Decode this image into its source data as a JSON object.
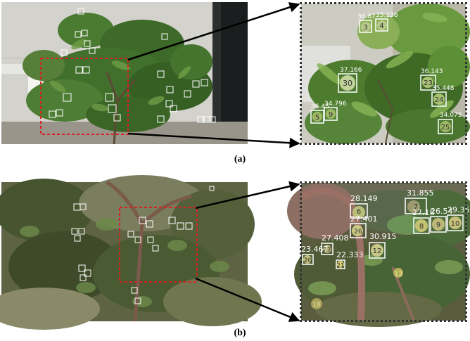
{
  "panel_a": {
    "caption": "(a)",
    "zoom_detections": [
      {
        "id": "3",
        "conf": "36.87"
      },
      {
        "id": "4",
        "conf": "35.136"
      },
      {
        "id": "30",
        "conf": "37.166"
      },
      {
        "id": "23",
        "conf": "36.143"
      },
      {
        "id": "24",
        "conf": "35.448"
      },
      {
        "id": "5",
        "conf": "36.45"
      },
      {
        "id": "9",
        "conf": "34.796"
      },
      {
        "id": "25",
        "conf": "34.075"
      }
    ]
  },
  "panel_b": {
    "caption": "(b)",
    "zoom_detections": [
      {
        "id": "6",
        "conf": "28.149"
      },
      {
        "id": "7",
        "conf": "31.855"
      },
      {
        "id": "26",
        "conf": "27.401"
      },
      {
        "id": "8",
        "conf": "27.18"
      },
      {
        "id": "9",
        "conf": "26.54"
      },
      {
        "id": "10",
        "conf": "29.35"
      },
      {
        "id": "12",
        "conf": "30.915"
      },
      {
        "id": "27",
        "conf": "27.408"
      },
      {
        "id": "20",
        "conf": "23.467"
      },
      {
        "id": "21",
        "conf": "22.333"
      },
      {
        "id": "13",
        "conf": ""
      },
      {
        "id": "18",
        "conf": ""
      }
    ]
  },
  "colors": {
    "roi_box": "#d82020",
    "detection_box": "#ffffff",
    "arrow": "#000000"
  }
}
